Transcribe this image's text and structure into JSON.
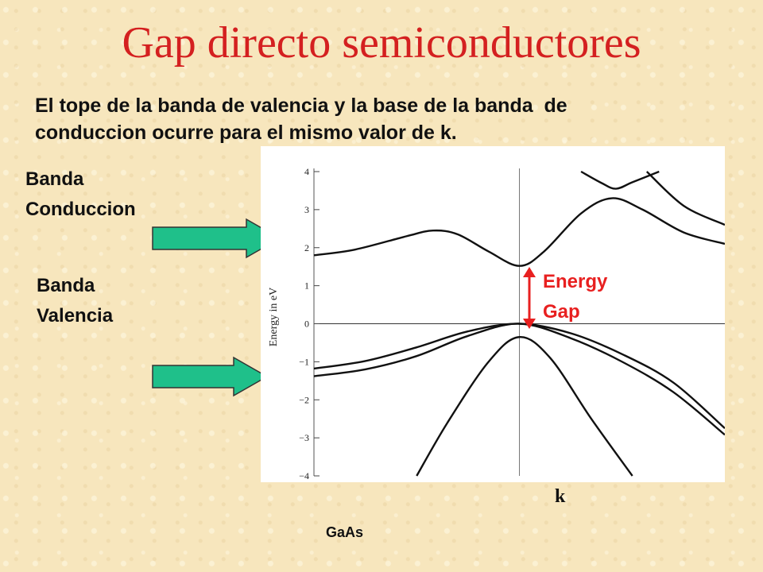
{
  "slide": {
    "title": "Gap directo semiconductores",
    "subtitle_line1": "El tope de la banda de valencia y la base de la banda  de",
    "subtitle_line2": "conduccion ocurre para el mismo valor de k.",
    "conduction_label_line1": "Banda",
    "conduction_label_line2": "Conduccion",
    "valence_label_line1": "Banda",
    "valence_label_line2": "Valencia",
    "gap_label_line1": "Energy",
    "gap_label_line2": "Gap",
    "k_label": "k",
    "material": "GaAs"
  },
  "colors": {
    "title": "#d42020",
    "gap_label": "#e82020",
    "arrow_fill": "#1fc08a",
    "arrow_stroke": "#333333"
  },
  "chart_data": {
    "type": "line",
    "ylabel": "Energy  in  eV",
    "xlabel": "k",
    "ylim": [
      -4,
      4
    ],
    "yticks": [
      "4",
      "3",
      "2",
      "1",
      "0",
      "−1",
      "−2",
      "−3",
      "−4"
    ],
    "xlim": [
      -1,
      1
    ],
    "series": [
      {
        "points": [
          [
            -1,
            1.8
          ],
          [
            -0.8,
            1.95
          ],
          [
            -0.55,
            2.3
          ],
          [
            -0.42,
            2.45
          ],
          [
            -0.3,
            2.35
          ],
          [
            -0.15,
            1.9
          ],
          [
            0,
            1.52
          ],
          [
            0.12,
            1.9
          ],
          [
            0.3,
            2.9
          ],
          [
            0.45,
            3.3
          ],
          [
            0.6,
            3.0
          ],
          [
            0.8,
            2.4
          ],
          [
            1,
            2.1
          ]
        ]
      },
      {
        "points": [
          [
            0.3,
            4.0
          ],
          [
            0.4,
            3.7
          ],
          [
            0.47,
            3.55
          ],
          [
            0.55,
            3.72
          ],
          [
            0.68,
            4.0
          ]
        ]
      },
      {
        "points": [
          [
            0.62,
            4.0
          ],
          [
            0.8,
            3.1
          ],
          [
            1,
            2.6
          ]
        ]
      },
      {
        "points": [
          [
            -1,
            -1.18
          ],
          [
            -0.75,
            -0.98
          ],
          [
            -0.5,
            -0.62
          ],
          [
            -0.25,
            -0.2
          ],
          [
            0,
            0
          ],
          [
            0.25,
            -0.25
          ],
          [
            0.5,
            -0.8
          ],
          [
            0.75,
            -1.55
          ],
          [
            1,
            -2.75
          ]
        ]
      },
      {
        "points": [
          [
            -1,
            -1.38
          ],
          [
            -0.75,
            -1.2
          ],
          [
            -0.5,
            -0.85
          ],
          [
            -0.25,
            -0.32
          ],
          [
            0,
            0
          ],
          [
            0.25,
            -0.38
          ],
          [
            0.5,
            -1.0
          ],
          [
            0.75,
            -1.8
          ],
          [
            1,
            -2.92
          ]
        ]
      },
      {
        "points": [
          [
            -0.5,
            -4.0
          ],
          [
            -0.35,
            -2.6
          ],
          [
            -0.15,
            -1.0
          ],
          [
            0,
            -0.35
          ],
          [
            0.15,
            -0.9
          ],
          [
            0.35,
            -2.5
          ],
          [
            0.55,
            -4.0
          ]
        ]
      }
    ]
  }
}
